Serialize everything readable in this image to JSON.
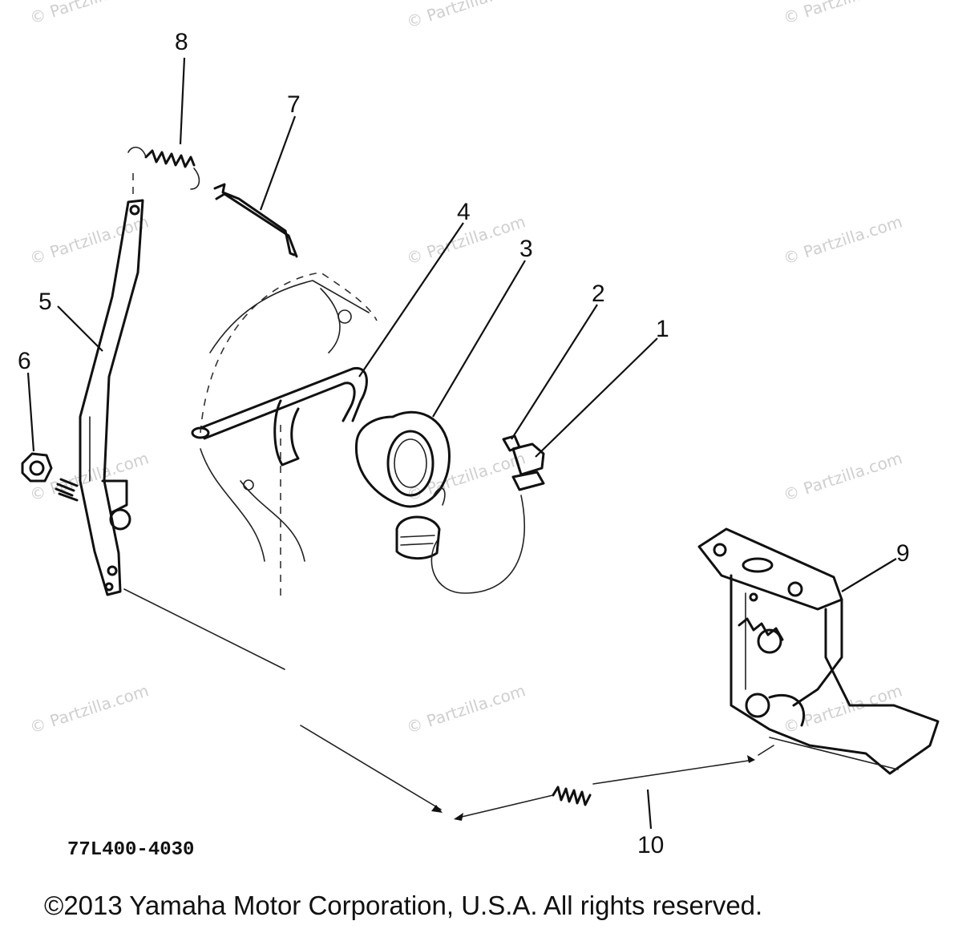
{
  "watermark": "© Partzilla.com",
  "part_code": "77L400-4030",
  "copyright": "©2013 Yamaha Motor Corporation, U.S.A. All rights reserved.",
  "callouts": [
    "1",
    "2",
    "3",
    "4",
    "5",
    "6",
    "7",
    "8",
    "9",
    "10"
  ]
}
